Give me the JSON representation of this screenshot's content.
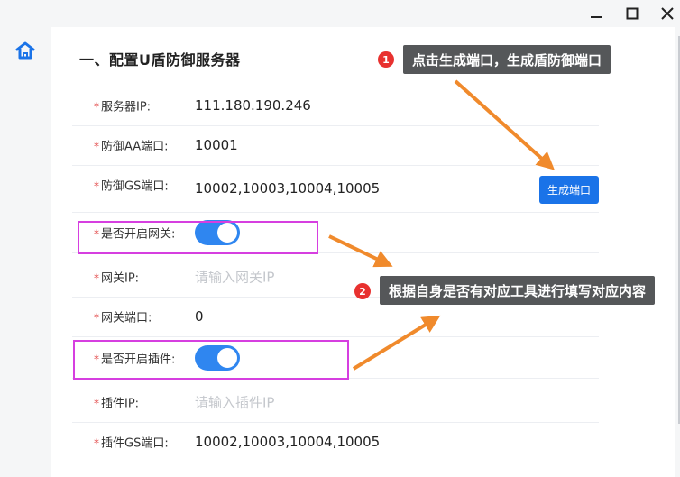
{
  "window": {
    "minimize_icon": "minimize-icon",
    "maximize_icon": "maximize-icon",
    "close_icon": "close-icon"
  },
  "sidebar": {
    "home_icon": "home-icon",
    "accent": "#1a73e8"
  },
  "section": {
    "title": "一、配置U盾防御服务器"
  },
  "form": {
    "server_ip": {
      "label": "服务器IP:",
      "value": "111.180.190.246"
    },
    "aa_port": {
      "label": "防御AA端口:",
      "value": "10001"
    },
    "gs_port": {
      "label": "防御GS端口:",
      "value": "10002,10003,10004,10005"
    },
    "gateway_enabled": {
      "label": "是否开启网关:",
      "on": true
    },
    "gateway_ip": {
      "label": "网关IP:",
      "placeholder": "请输入网关IP"
    },
    "gateway_port": {
      "label": "网关端口:",
      "value": "0"
    },
    "plugin_enabled": {
      "label": "是否开启插件:",
      "on": true
    },
    "plugin_ip": {
      "label": "插件IP:",
      "placeholder": "请输入插件IP"
    },
    "plugin_gs_port": {
      "label": "插件GS端口:",
      "value": "10002,10003,10004,10005"
    },
    "required_mark": "*"
  },
  "buttons": {
    "generate_port": "生成端口"
  },
  "annotations": {
    "callout1": {
      "badge": "1",
      "text": "点击生成端口，生成盾防御端口"
    },
    "callout2": {
      "badge": "2",
      "text": "根据自身是否有对应工具进行填写对应内容"
    },
    "arrow_color": "#f08a2c",
    "highlight_color": "#d63fe0"
  }
}
